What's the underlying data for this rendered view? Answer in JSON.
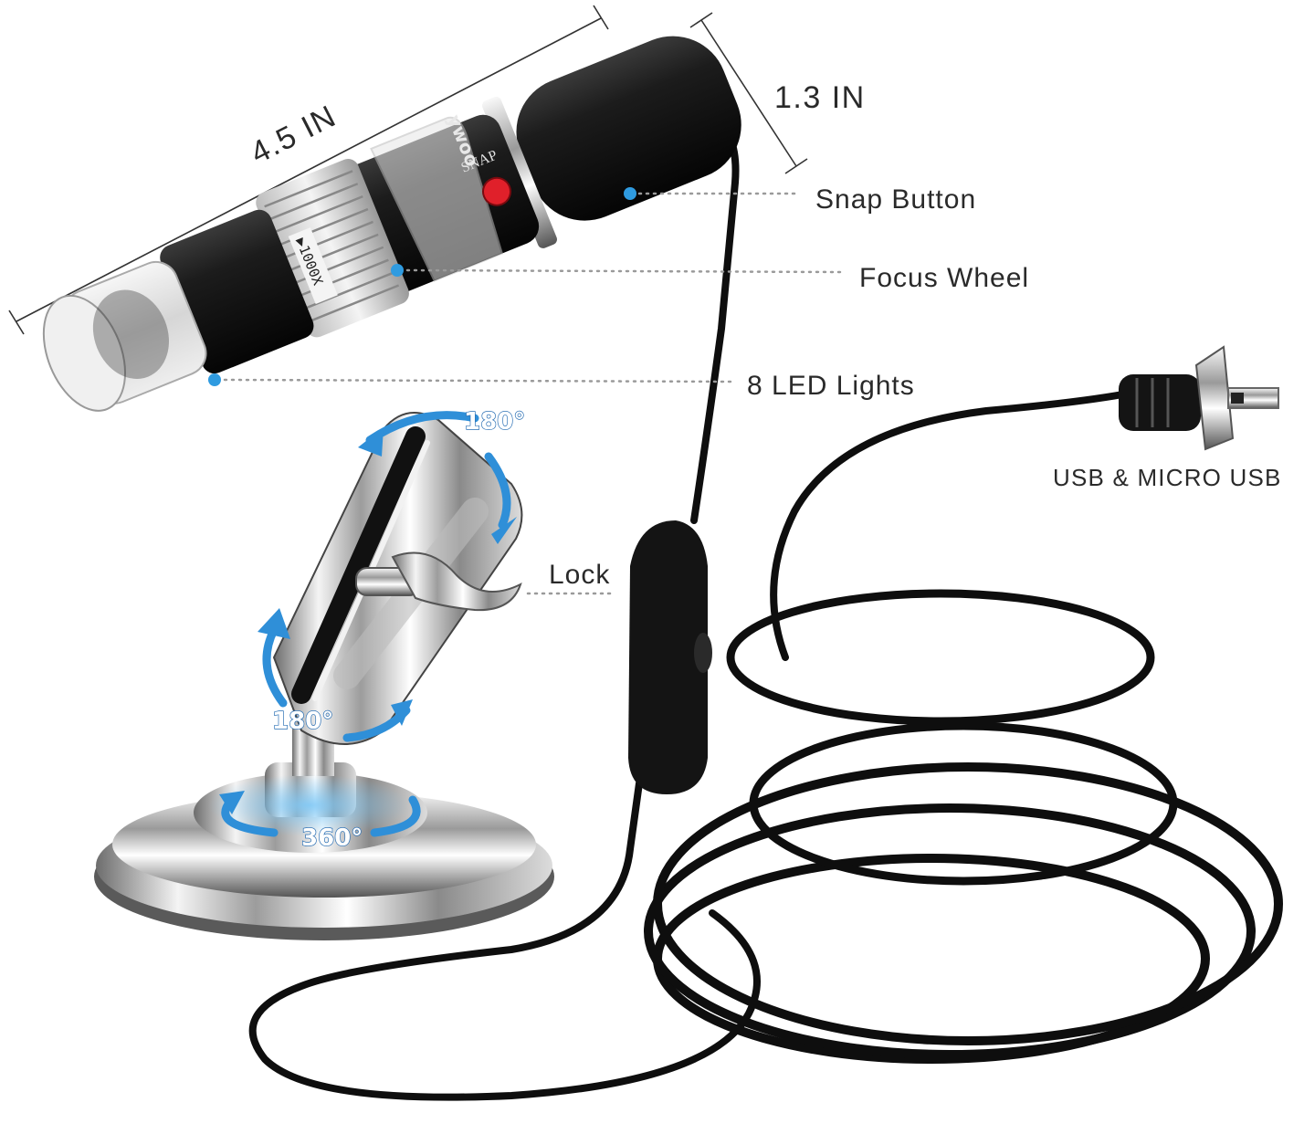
{
  "dimensions": {
    "length": "4.5 IN",
    "diameter": "1.3 IN"
  },
  "callouts": {
    "snap_button": "Snap Button",
    "focus_wheel": "Focus Wheel",
    "led_lights": "8 LED Lights",
    "lock": "Lock",
    "connector": "USB & MICRO USB"
  },
  "rotation_labels": {
    "upper": "180°",
    "lower": "180°",
    "base": "360°"
  },
  "device_markings": {
    "brand": "ywoo",
    "snap": "SNAP",
    "magnification": "▶1000X"
  },
  "colors": {
    "callout_dot": "#2f9be0",
    "rotation_arrow": "#2f8fd8",
    "snap_button": "#e0202a",
    "body": "#151515"
  },
  "icons": {
    "dot": "circle",
    "arrow": "curved-arrow"
  }
}
